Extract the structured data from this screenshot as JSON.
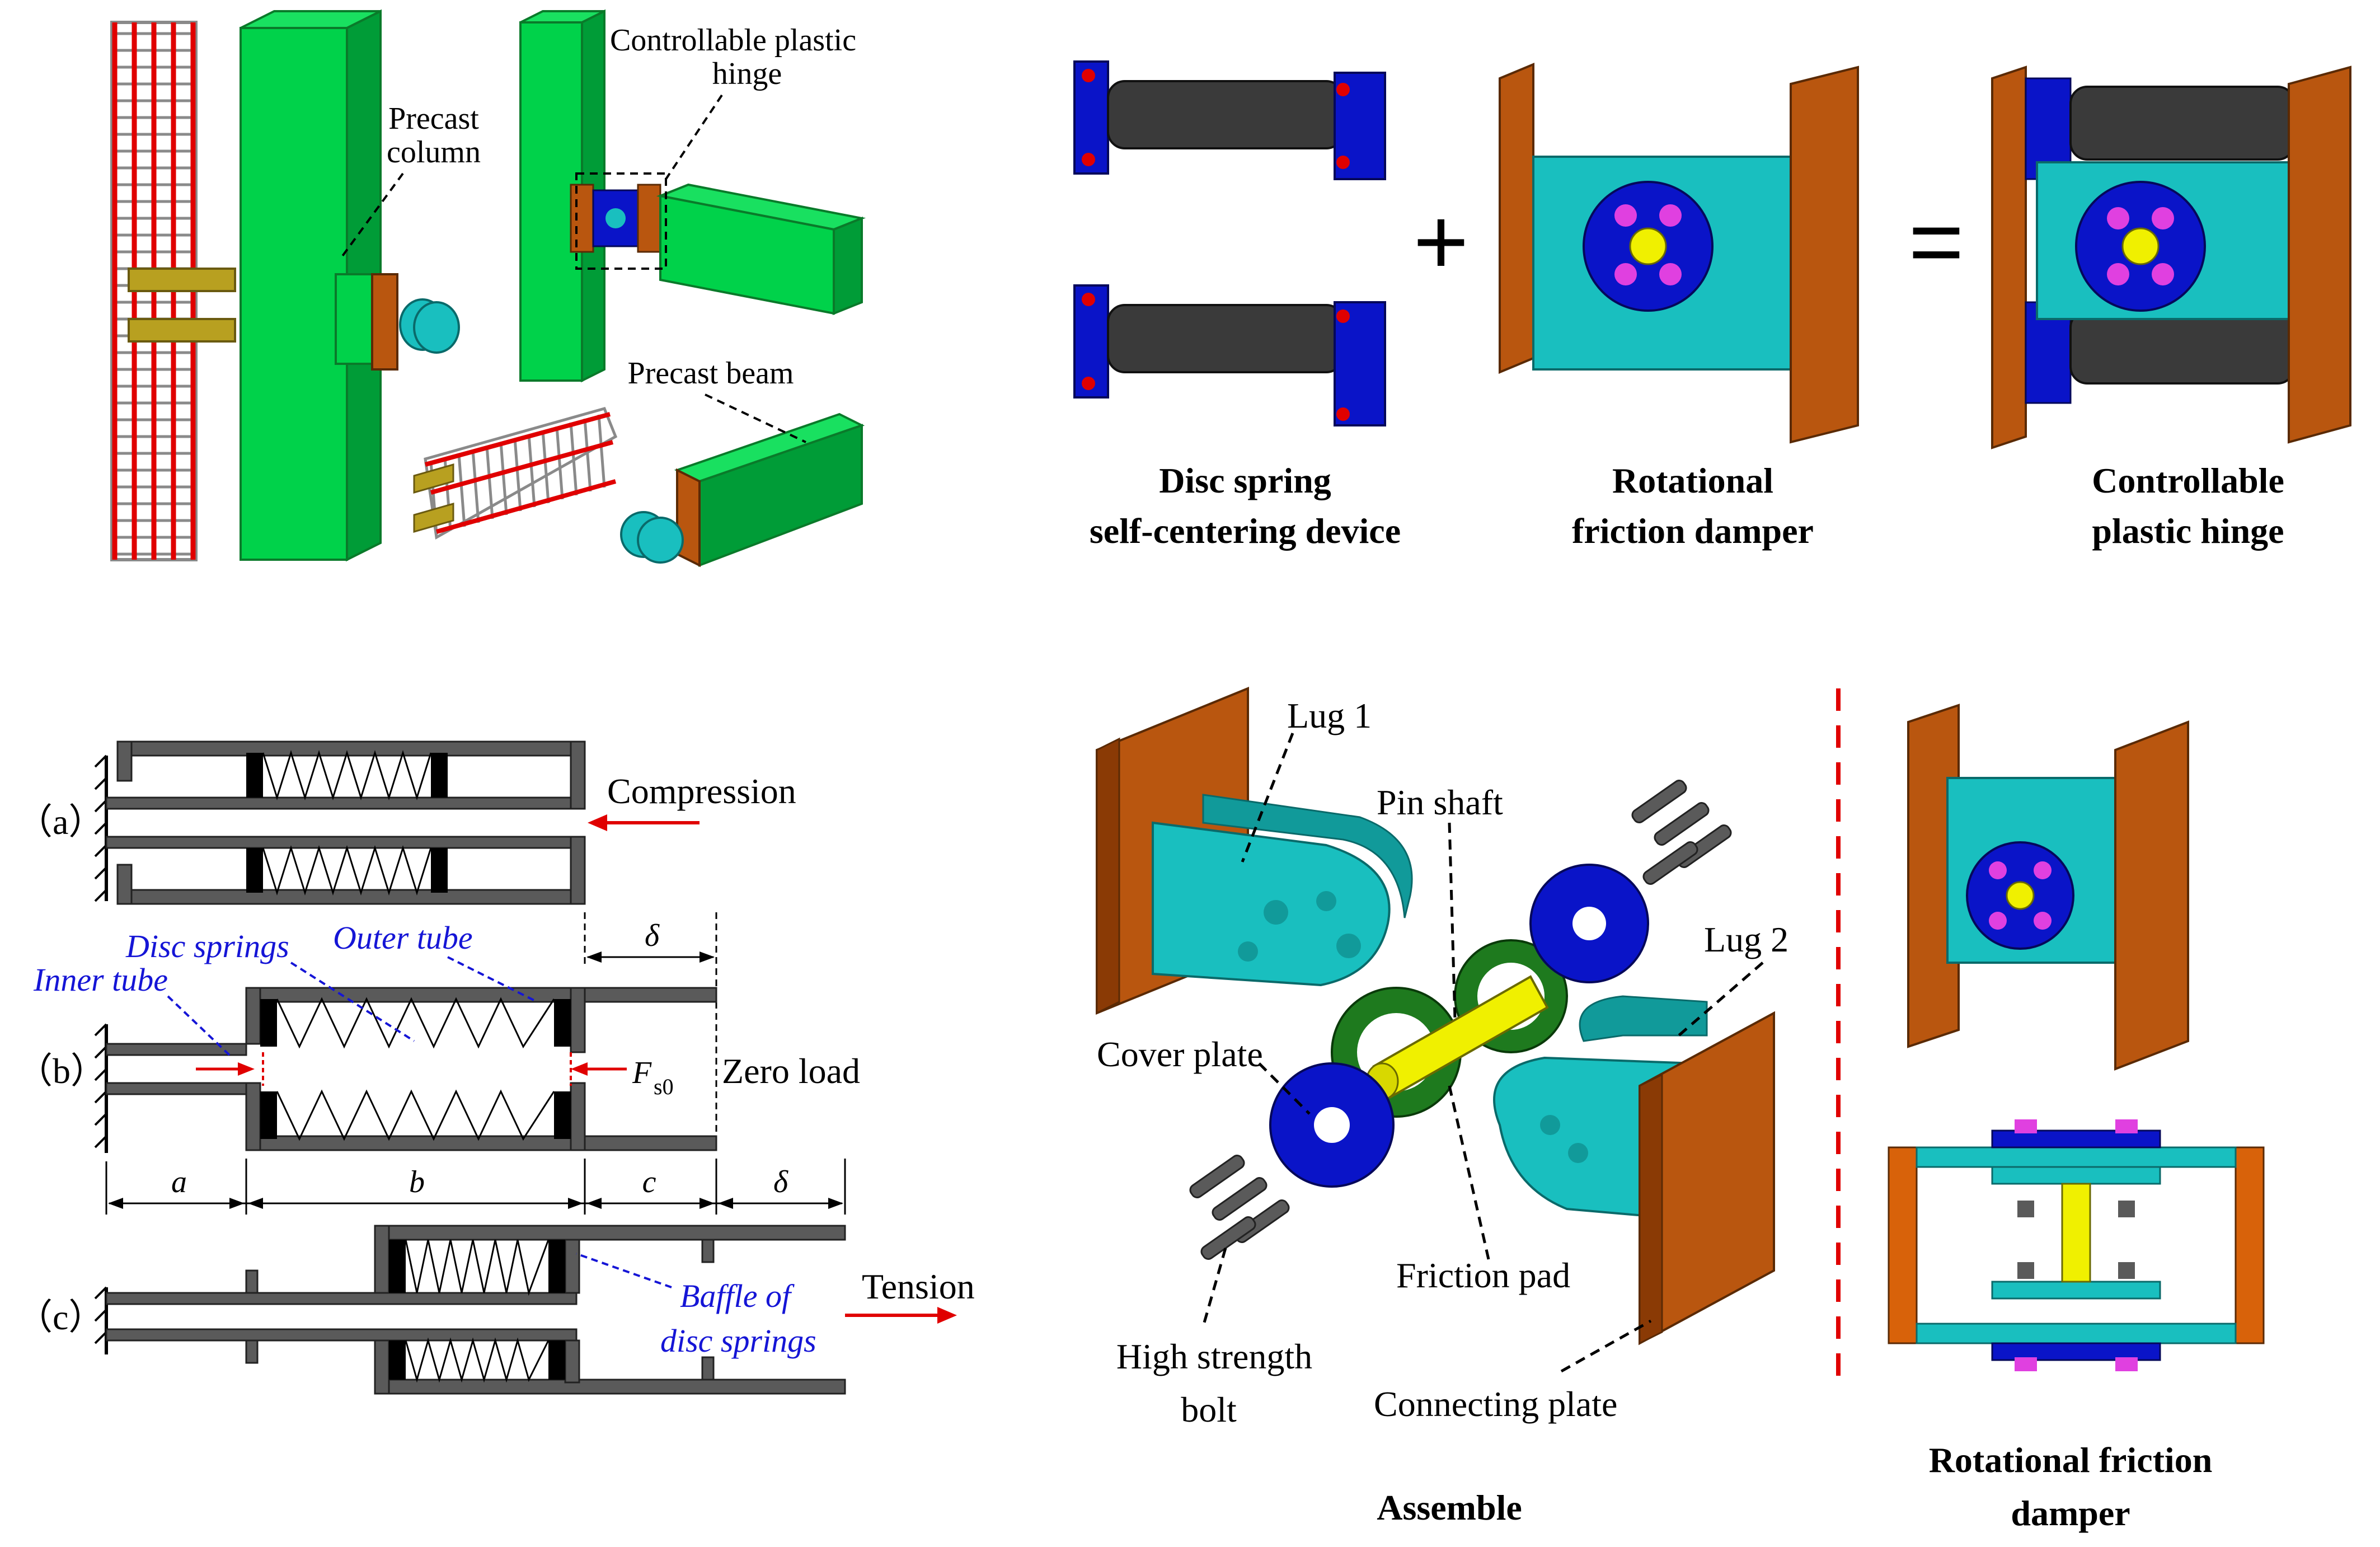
{
  "panel_top_left": {
    "label_controllable_hinge_line1": "Controllable plastic",
    "label_controllable_hinge_line2": "hinge",
    "label_precast_column_line1": "Precast",
    "label_precast_column_line2": "column",
    "label_precast_beam": "Precast beam"
  },
  "panel_top_right": {
    "operator_plus": "+",
    "operator_equals": "=",
    "caption_disc_spring_line1": "Disc spring",
    "caption_disc_spring_line2": "self-centering device",
    "caption_rfd_line1": "Rotational",
    "caption_rfd_line2": "friction damper",
    "caption_cph_line1": "Controllable",
    "caption_cph_line2": "plastic hinge"
  },
  "panel_bottom_left": {
    "case_a": "（a）",
    "case_b": "（b）",
    "case_c": "（c）",
    "load_compression": "Compression",
    "load_zero": "Zero load",
    "load_tension": "Tension",
    "label_disc_springs": "Disc springs",
    "label_outer_tube": "Outer tube",
    "label_inner_tube": "Inner tube",
    "label_baffle_line1": "Baffle of",
    "label_baffle_line2": "disc springs",
    "force_symbol": "F",
    "force_subscript": "s0",
    "dim_a": "a",
    "dim_b": "b",
    "dim_c": "c",
    "dim_delta": "δ"
  },
  "panel_bottom_right": {
    "label_lug1": "Lug 1",
    "label_pin_shaft": "Pin shaft",
    "label_lug2": "Lug 2",
    "label_cover_plate": "Cover plate",
    "label_friction_pad": "Friction pad",
    "label_bolt_line1": "High strength",
    "label_bolt_line2": "bolt",
    "label_connecting_plate": "Connecting plate",
    "caption_assemble": "Assemble",
    "caption_rfd_line1": "Rotational friction",
    "caption_rfd_line2": "damper"
  },
  "colors": {
    "concrete_green": "#00d24a",
    "rebar_red": "#e00000",
    "rebar_gray": "#8a8a8a",
    "steel_blue": "#0a14c8",
    "tube_dark": "#3a3a3a",
    "plate_brown": "#b9560f",
    "lug_teal": "#19bfbf",
    "pad_green": "#1e7a1e",
    "shaft_yellow": "#f0f000",
    "bolt_pink": "#e040e0",
    "annotation_blue": "#1515d6",
    "arrow_red": "#e00000",
    "divider_red": "#e00000"
  }
}
